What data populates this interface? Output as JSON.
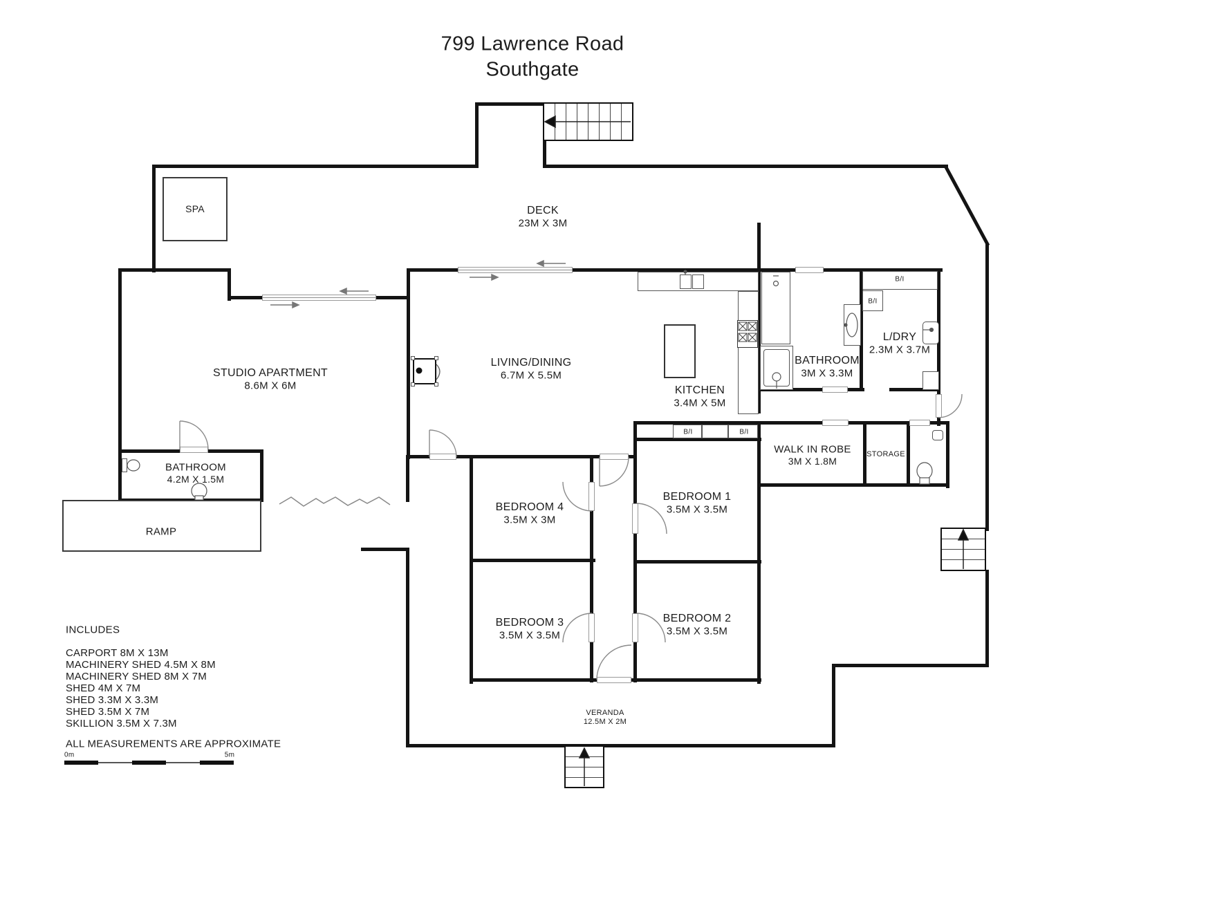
{
  "title": {
    "line1": "799 Lawrence Road",
    "line2": "Southgate"
  },
  "rooms": {
    "deck": {
      "name": "DECK",
      "dims": "23M X 3M"
    },
    "spa": {
      "name": "SPA"
    },
    "studio": {
      "name": "STUDIO APARTMENT",
      "dims": "8.6M X 6M"
    },
    "living": {
      "name": "LIVING/DINING",
      "dims": "6.7M X 5.5M"
    },
    "kitchen": {
      "name": "KITCHEN",
      "dims": "3.4M X 5M"
    },
    "bathroom_main": {
      "name": "BATHROOM",
      "dims": "3M X 3.3M"
    },
    "laundry": {
      "name": "L/DRY",
      "dims": "2.3M X 3.7M"
    },
    "walk_in_robe": {
      "name": "WALK IN ROBE",
      "dims": "3M X 1.8M"
    },
    "storage": {
      "name": "STORAGE"
    },
    "bathroom_studio": {
      "name": "BATHROOM",
      "dims": "4.2M X 1.5M"
    },
    "ramp": {
      "name": "RAMP"
    },
    "bedroom1": {
      "name": "BEDROOM 1",
      "dims": "3.5M X 3.5M"
    },
    "bedroom2": {
      "name": "BEDROOM 2",
      "dims": "3.5M X 3.5M"
    },
    "bedroom3": {
      "name": "BEDROOM 3",
      "dims": "3.5M X 3.5M"
    },
    "bedroom4": {
      "name": "BEDROOM 4",
      "dims": "3.5M X 3M"
    },
    "veranda": {
      "name": "VERANDA",
      "dims": "12.5M X 2M"
    }
  },
  "closets": {
    "bi": "B/I"
  },
  "includes": {
    "heading": "INCLUDES",
    "items": [
      "CARPORT 8M X 13M",
      "MACHINERY SHED 4.5M X 8M",
      "MACHINERY SHED 8M X 7M",
      "SHED 4M X 7M",
      "SHED 3.3M X 3.3M",
      "SHED 3.5M X 7M",
      "SKILLION 3.5M X 7.3M"
    ],
    "disclaimer": "ALL MEASUREMENTS ARE APPROXIMATE"
  },
  "scale_bar": {
    "left_label": "0m",
    "right_label": "5m"
  },
  "colors": {
    "wall": "#141414",
    "door_sill": "#999999"
  }
}
